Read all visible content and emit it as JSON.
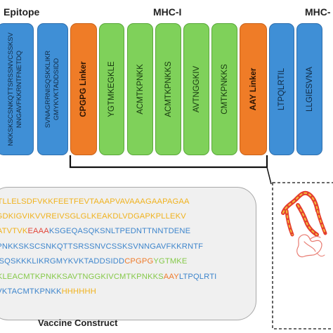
{
  "headers": {
    "epitope": "Epitope",
    "mhc1": "MHC-I",
    "mhc2": "MHC-"
  },
  "blocks": [
    {
      "lines": [
        "NKKSKSCSNKQTTSRSSNVCSSKSV",
        "NNGAVFKKRNTFNETDQ"
      ],
      "color": "blue"
    },
    {
      "lines": [
        "SVNAGRRNISQSKKLIKR",
        "GMYKVKTADDSIDD"
      ],
      "color": "blue"
    },
    {
      "lines": [
        "CPGPG Linker"
      ],
      "color": "orange"
    },
    {
      "lines": [
        "YGTMKEGKLE"
      ],
      "color": "green"
    },
    {
      "lines": [
        "ACMTKPNKK"
      ],
      "color": "green"
    },
    {
      "lines": [
        "ACMTKPNKKS"
      ],
      "color": "green"
    },
    {
      "lines": [
        "AVTNGGKIV"
      ],
      "color": "green"
    },
    {
      "lines": [
        "CMTKPNKKS"
      ],
      "color": "green"
    },
    {
      "lines": [
        "AAY Linker"
      ],
      "color": "orange"
    },
    {
      "lines": [
        "LTPQLRTIL"
      ],
      "color": "blue"
    },
    {
      "lines": [
        "LLGIESVNA"
      ],
      "color": "blue"
    }
  ],
  "sequence": [
    [
      {
        "t": "MTLLELSDFVKKFEETFEVTAAAPVAVAAAGAAPAGAA",
        "c": "c-y"
      }
    ],
    [
      {
        "t": "AGDKIGVIKVVREIVSGLGLKEAKDLVDGAPKPLLEKV",
        "c": "c-y"
      }
    ],
    [
      {
        "t": "GATVTVK",
        "c": "c-y"
      },
      {
        "t": "EAAA",
        "c": "c-r"
      },
      {
        "t": "KSGEQASQKSNLTPEDNTTNNTDENE",
        "c": "c-b"
      }
    ],
    [
      {
        "t": "NPNKKSKSCSNKQTTSRSSNVCSSKSVNNGAVFKKRNTF",
        "c": "c-b"
      }
    ],
    [
      {
        "t": "NISQSKKKLIKRGMYKVKTADDSIDD",
        "c": "c-b"
      },
      {
        "t": "CPGPG",
        "c": "c-o"
      },
      {
        "t": "YGTMKE",
        "c": "c-g"
      }
    ],
    [
      {
        "t": "GKLEACMTKPNKKSAVTNGGKIVCMTKPNKKS",
        "c": "c-g"
      },
      {
        "t": "AAY",
        "c": "c-o"
      },
      {
        "t": "LTPQLRTI",
        "c": "c-b"
      }
    ],
    [
      {
        "t": "NVKTACMTKPNKK",
        "c": "c-b"
      },
      {
        "t": "HHHHHH",
        "c": "c-y"
      }
    ]
  ],
  "caption": "Vaccine Construct",
  "colors": {
    "blue": "#3f8fd6",
    "green": "#7fd15a",
    "orange": "#ef7c27",
    "yellow": "#f0b21e",
    "red": "#e2483c"
  }
}
